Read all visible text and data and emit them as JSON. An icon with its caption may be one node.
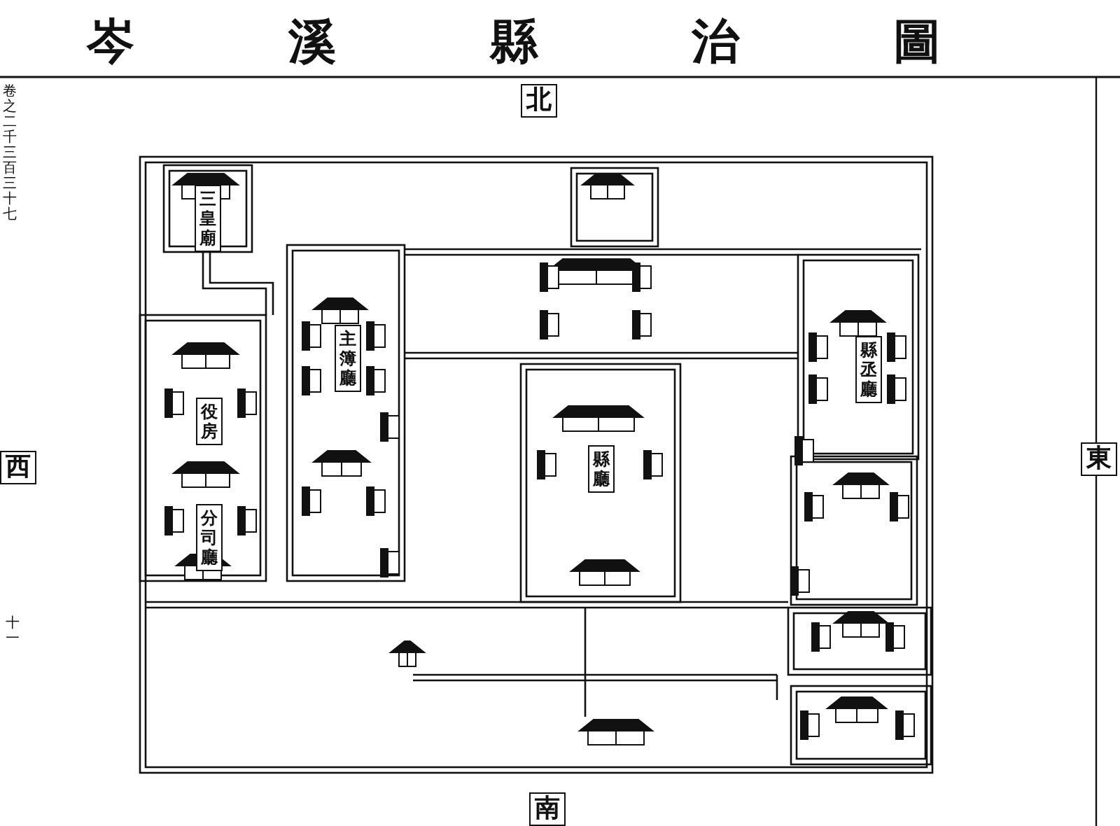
{
  "diagram": {
    "title": "岑溪縣治圖",
    "nodes": [
      {
        "text": [
          "三皇廟"
        ]
      },
      {
        "text": [
          "役房"
        ]
      },
      {
        "text": [
          "分司廳"
        ]
      },
      {
        "text": [
          "主簿廳"
        ]
      },
      {
        "text": [
          "縣廳"
        ]
      },
      {
        "text": [
          "縣丞廳"
        ]
      }
    ],
    "labels": [
      "卷之二千三百三十七",
      "北",
      "西",
      "東",
      "十一",
      "南"
    ]
  }
}
